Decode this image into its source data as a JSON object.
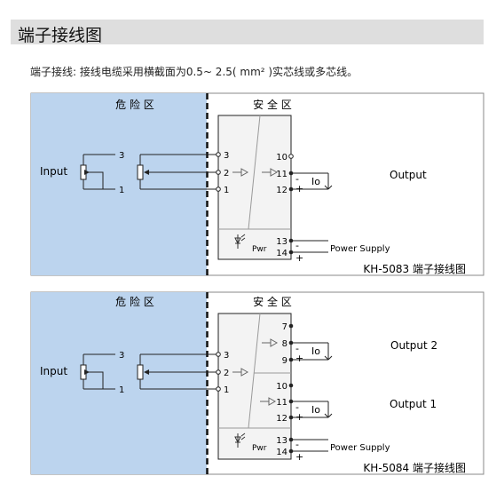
{
  "header": {
    "title": "端子接线图"
  },
  "intro": {
    "text": "端子接线: 接线电缆采用横截面为0.5~ 2.5( mm² )实芯线或多芯线。"
  },
  "colors": {
    "danger_zone": "#bcd4ee",
    "header_bg": "#dedede",
    "line": "#222222"
  },
  "diagrams": [
    {
      "danger_label": "危 险 区",
      "safe_label": "安 全 区",
      "input_label": "Input",
      "input_terminals": [
        "3",
        "2",
        "1"
      ],
      "pot_terminals": [
        "3",
        "1"
      ],
      "output_terminals": [
        "10",
        "11",
        "12"
      ],
      "output_io_label": "Io",
      "output_polarity": [
        "-",
        "+"
      ],
      "output_label": "Output",
      "pwr_label": "Pwr",
      "power_terminals": [
        "13",
        "14"
      ],
      "power_polarity": [
        "-",
        "+"
      ],
      "power_label": "Power Supply",
      "caption": "KH-5083  端子接线图"
    },
    {
      "danger_label": "危 险 区",
      "safe_label": "安 全 区",
      "input_label": "Input",
      "input_terminals": [
        "3",
        "2",
        "1"
      ],
      "pot_terminals": [
        "3",
        "1"
      ],
      "output2_terminals": [
        "7",
        "8",
        "9"
      ],
      "output2_io_label": "Io",
      "output2_polarity": [
        "-",
        "+"
      ],
      "output2_label": "Output 2",
      "output1_terminals": [
        "10",
        "11",
        "12"
      ],
      "output1_io_label": "Io",
      "output1_polarity": [
        "-",
        "+"
      ],
      "output1_label": "Output 1",
      "pwr_label": "Pwr",
      "power_terminals": [
        "13",
        "14"
      ],
      "power_polarity": [
        "-",
        "+"
      ],
      "power_label": "Power Supply",
      "caption": "KH-5084  端子接线图"
    }
  ]
}
